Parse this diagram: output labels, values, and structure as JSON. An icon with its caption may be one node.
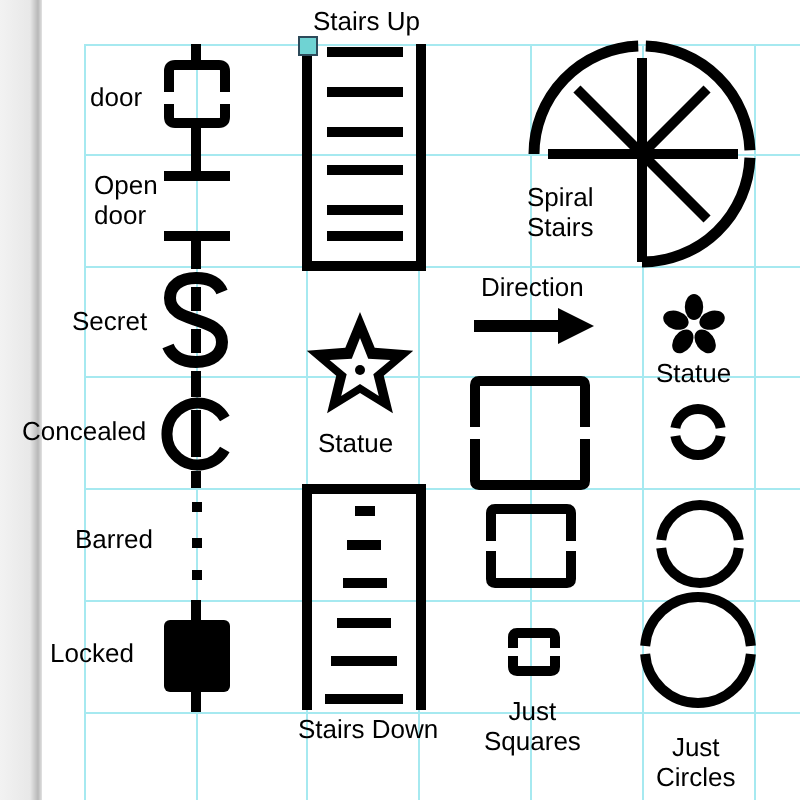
{
  "diagram": {
    "labels": [
      "Stairs Up",
      "door",
      "Open door",
      "Spiral Stairs",
      "Direction",
      "Secret",
      "Statue",
      "Concealed",
      "Statue",
      "Barred",
      "Locked",
      "Stairs Down",
      "Just Squares",
      "Just Circles"
    ]
  }
}
